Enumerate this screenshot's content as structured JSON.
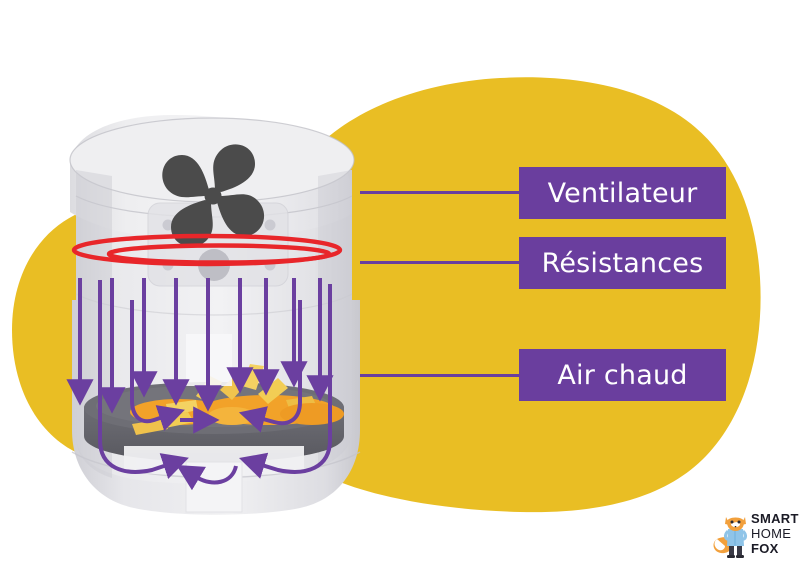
{
  "palette": {
    "background": "#FFFFFF",
    "blob_yellow": "#E9BE24",
    "label_purple": "#6A3E9E",
    "label_text": "#FFFFFF",
    "arrow_purple": "#6B3FA0",
    "heating_red": "#E8262A",
    "fan_dark": "#4B4B4B",
    "body_light": "#ECECEE",
    "body_mid": "#D8D8DC",
    "body_shadow": "#C6C6CB",
    "basket_gray": "#6A6A70",
    "food_orange": "#F2A229",
    "food_yellow": "#F2CD54",
    "logo_dark": "#1B1B26",
    "logo_fox": "#F2A03C"
  },
  "callouts": [
    {
      "label": "Ventilateur"
    },
    {
      "label": "Résistances"
    },
    {
      "label": "Air chaud"
    }
  ],
  "logo": {
    "line1": "SMART",
    "line2": "HOME",
    "line3": "FOX"
  },
  "diagram": {
    "title_alt": "Air fryer cutaway diagram showing fan, heating element and hot air circulation",
    "fan_blades": 4,
    "heating_rings": 2,
    "down_arrows": 9,
    "bottom_curved_arrows": 4
  }
}
